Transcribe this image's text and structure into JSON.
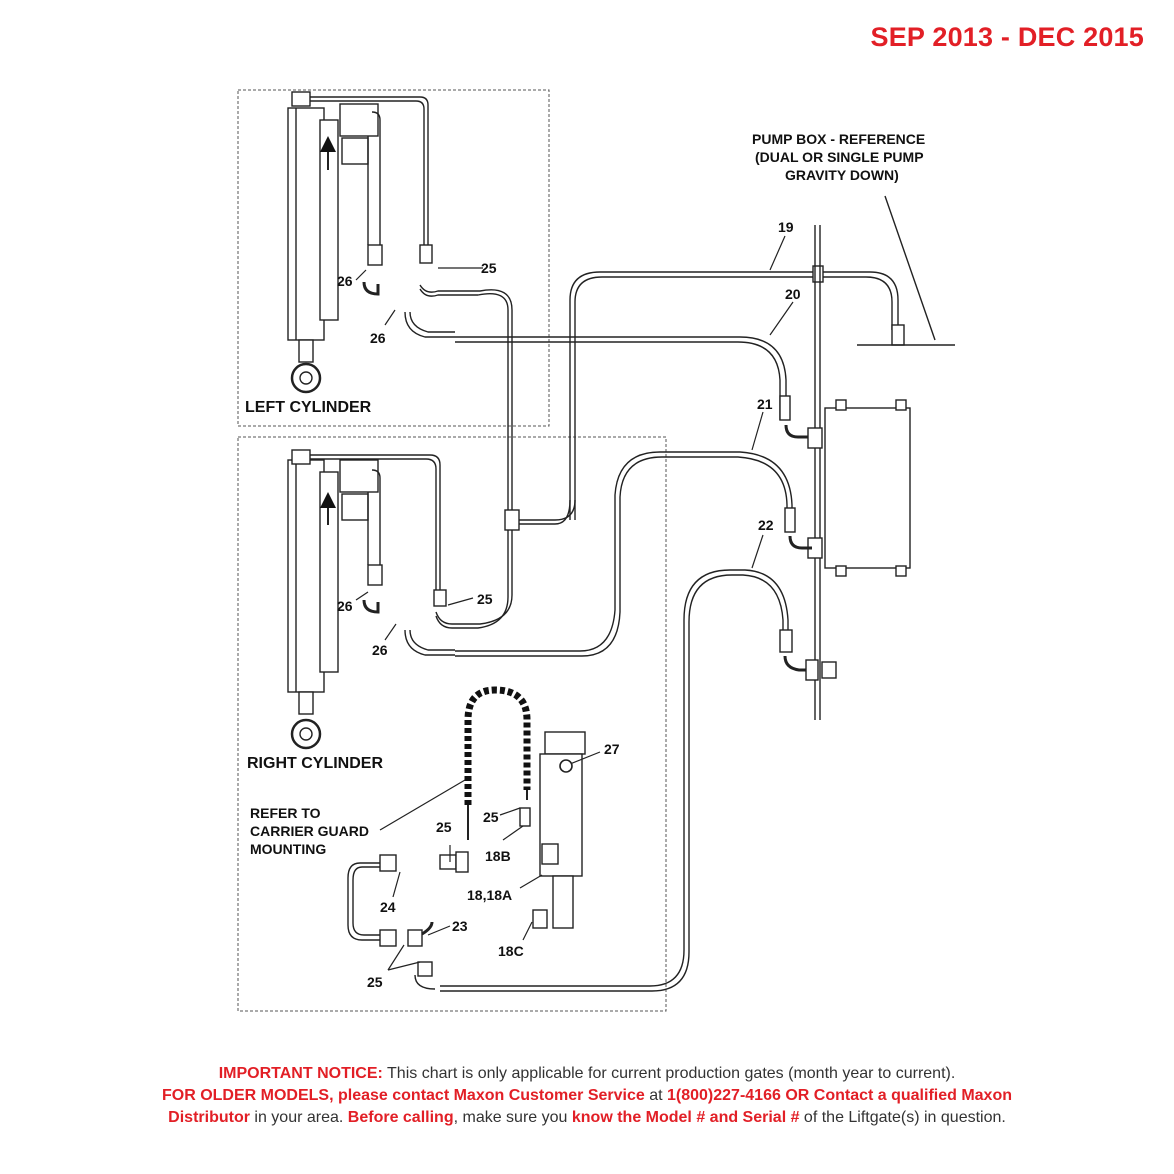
{
  "header": {
    "date_range": "SEP 2013 - DEC 2015"
  },
  "diagram": {
    "pump_box_ref": [
      "PUMP BOX - REFERENCE",
      "(DUAL OR SINGLE PUMP",
      "GRAVITY DOWN)"
    ],
    "left_cylinder": "LEFT CYLINDER",
    "right_cylinder": "RIGHT CYLINDER",
    "carrier_guard": [
      "REFER TO",
      "CARRIER GUARD",
      "MOUNTING"
    ],
    "callouts": {
      "c19": "19",
      "c20": "20",
      "c21": "21",
      "c22": "22",
      "c23": "23",
      "c24": "24",
      "c25": "25",
      "c26": "26",
      "c27": "27",
      "c18b": "18B",
      "c18_18a": "18,18A",
      "c18c": "18C"
    }
  },
  "notice": {
    "line1_bold": "IMPORTANT NOTICE:",
    "line1_text": " This chart is only applicable for current production gates (month year to current).",
    "line2_a": "FOR OLDER MODELS, please contact Maxon Customer Service",
    "line2_b": " at ",
    "line2_c": "1(800)227-4166 OR Contact a qualified Maxon",
    "line3_a": "Distributor",
    "line3_b": " in your area. ",
    "line3_c": "Before calling",
    "line3_d": ", make sure you ",
    "line3_e": "know the Model # and Serial #",
    "line3_f": " of the Liftgate(s) in question."
  },
  "colors": {
    "accent_red": "#e21f26",
    "line": "#222222"
  }
}
